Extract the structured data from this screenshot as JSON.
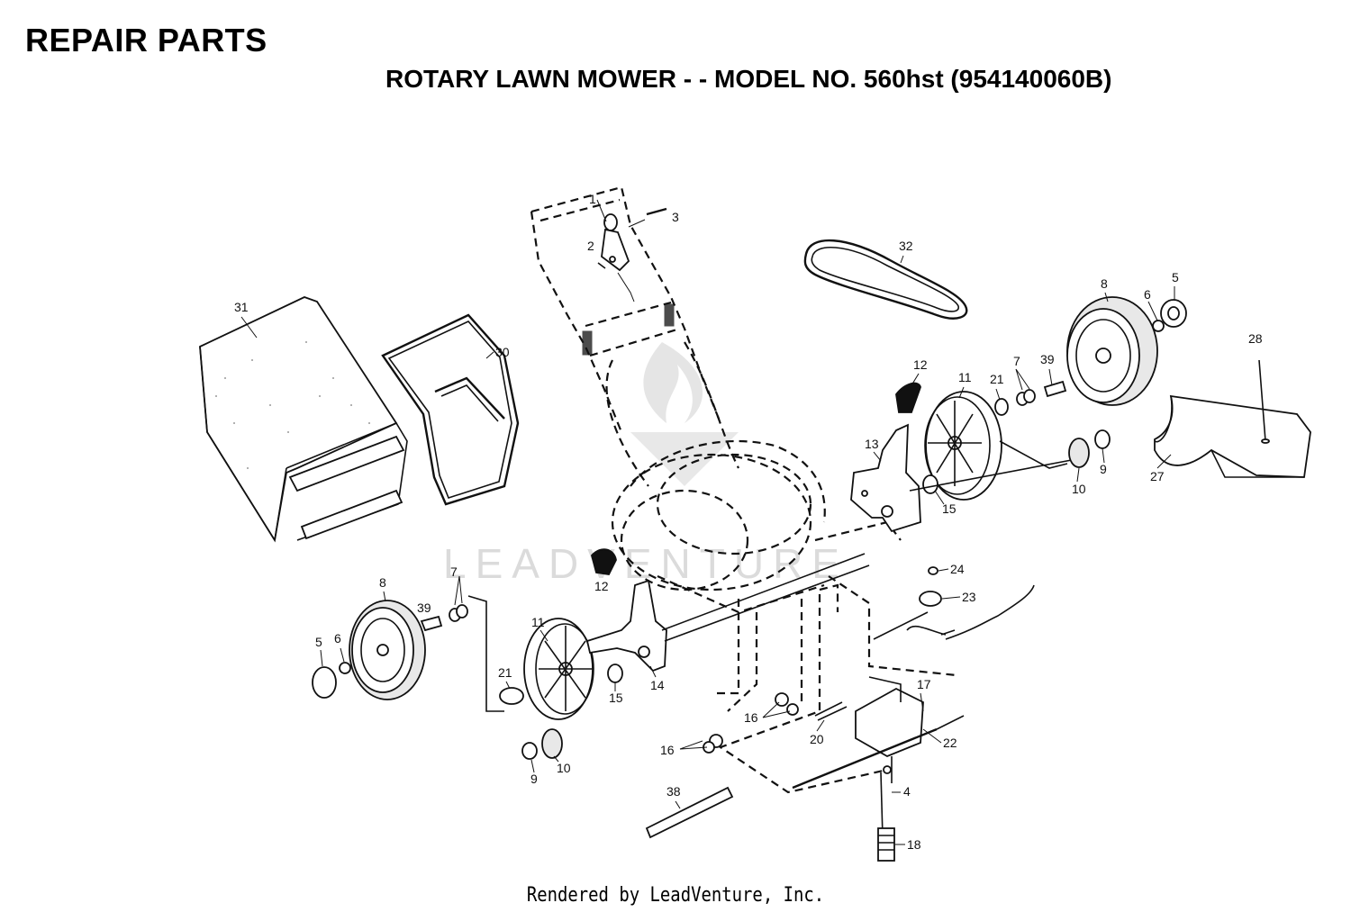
{
  "header": {
    "title": "REPAIR PARTS",
    "subtitle": "ROTARY LAWN MOWER - - MODEL NO. 560hst (954140060B)"
  },
  "watermark": "LEADVENTURE",
  "footer": "Rendered by LeadVenture, Inc.",
  "callouts": [
    {
      "id": "c1",
      "text": "1"
    },
    {
      "id": "c2",
      "text": "2"
    },
    {
      "id": "c3",
      "text": "3"
    },
    {
      "id": "c32",
      "text": "32"
    },
    {
      "id": "c8r",
      "text": "8"
    },
    {
      "id": "c5r",
      "text": "5"
    },
    {
      "id": "c6r",
      "text": "6"
    },
    {
      "id": "c28",
      "text": "28"
    },
    {
      "id": "c31",
      "text": "31"
    },
    {
      "id": "c30",
      "text": "30"
    },
    {
      "id": "c12r",
      "text": "12"
    },
    {
      "id": "c11r",
      "text": "11"
    },
    {
      "id": "c21r",
      "text": "21"
    },
    {
      "id": "c7r",
      "text": "7"
    },
    {
      "id": "c39r",
      "text": "39"
    },
    {
      "id": "c13",
      "text": "13"
    },
    {
      "id": "c15r",
      "text": "15"
    },
    {
      "id": "c9r",
      "text": "9"
    },
    {
      "id": "c10r",
      "text": "10"
    },
    {
      "id": "c27",
      "text": "27"
    },
    {
      "id": "c24",
      "text": "24"
    },
    {
      "id": "c23",
      "text": "23"
    },
    {
      "id": "c12l",
      "text": "12"
    },
    {
      "id": "c7l",
      "text": "7"
    },
    {
      "id": "c8l",
      "text": "8"
    },
    {
      "id": "c39l",
      "text": "39"
    },
    {
      "id": "c5l",
      "text": "5"
    },
    {
      "id": "c6l",
      "text": "6"
    },
    {
      "id": "c11l",
      "text": "11"
    },
    {
      "id": "c21l",
      "text": "21"
    },
    {
      "id": "c15l",
      "text": "15"
    },
    {
      "id": "c14",
      "text": "14"
    },
    {
      "id": "c9l",
      "text": "9"
    },
    {
      "id": "c10l",
      "text": "10"
    },
    {
      "id": "c16a",
      "text": "16"
    },
    {
      "id": "c16b",
      "text": "16"
    },
    {
      "id": "c17",
      "text": "17"
    },
    {
      "id": "c20",
      "text": "20"
    },
    {
      "id": "c22",
      "text": "22"
    },
    {
      "id": "c4",
      "text": "4"
    },
    {
      "id": "c38",
      "text": "38"
    },
    {
      "id": "c18",
      "text": "18"
    }
  ]
}
